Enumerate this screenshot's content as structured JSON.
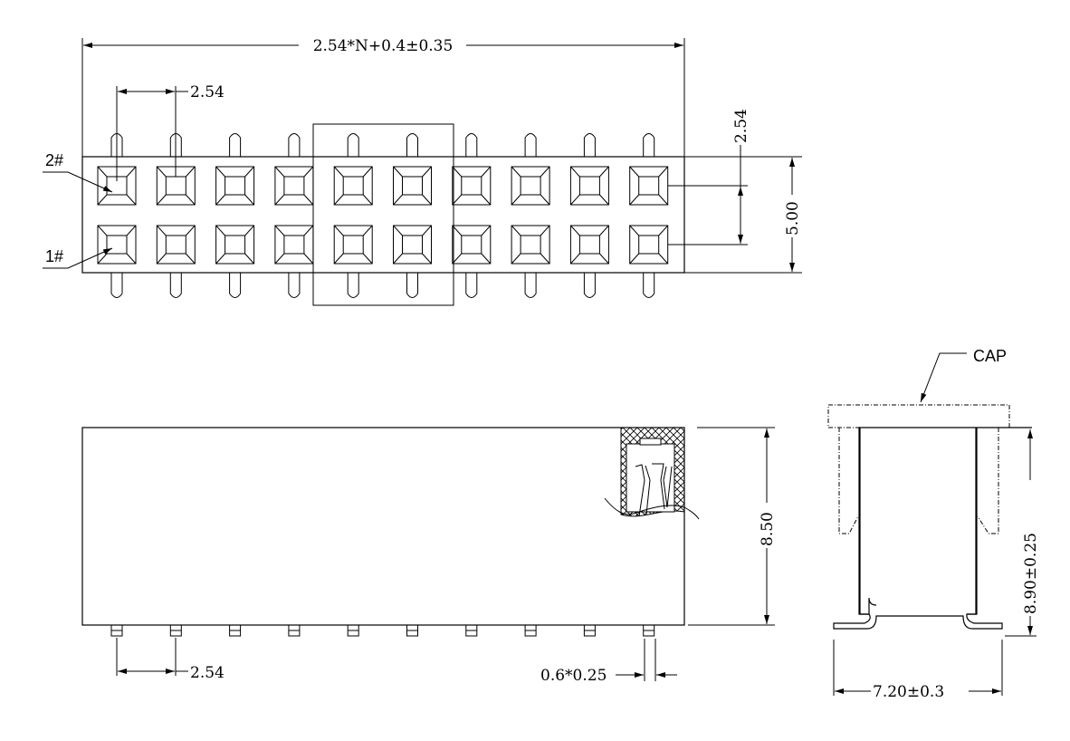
{
  "top_view": {
    "overall_length": "2.54*N+0.4±0.35",
    "pitch_top": "2.54",
    "row_pitch": "2.54",
    "body_width": "5.00",
    "pin2_label": "2#",
    "pin1_label": "1#",
    "columns": 10,
    "rows": 2
  },
  "side_view": {
    "height": "8.50",
    "pitch_bottom": "2.54",
    "pin_size": "0.6*0.25"
  },
  "end_view": {
    "cap_label": "CAP",
    "height_with_cap": "8.90±0.25",
    "foot_span": "7.20±0.3"
  }
}
